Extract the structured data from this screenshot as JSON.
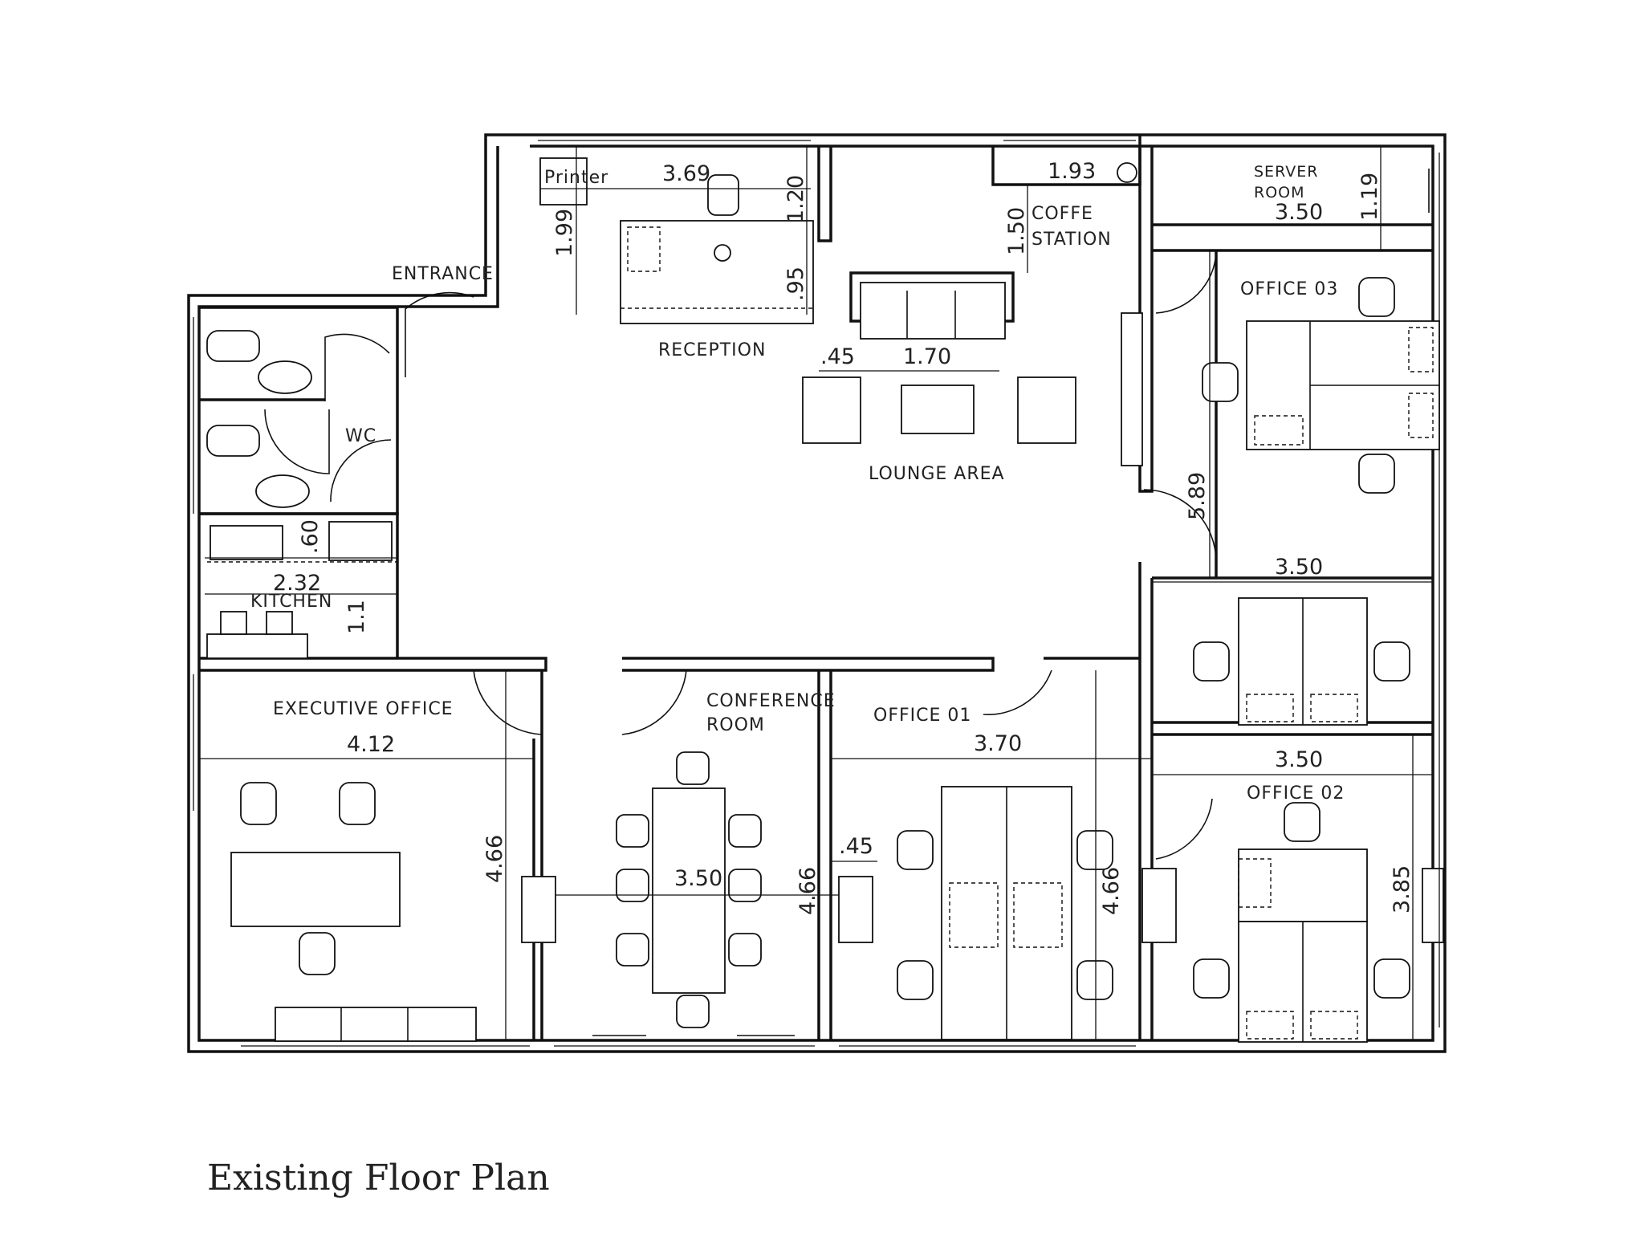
{
  "caption": "Existing Floor Plan",
  "rooms": {
    "entrance": "ENTRANCE",
    "reception": "RECEPTION",
    "printer": "Printer",
    "coffee_station_1": "COFFE",
    "coffee_station_2": "STATION",
    "server_room_1": "SERVER",
    "server_room_2": "ROOM",
    "office_03": "OFFICE 03",
    "lounge_area": "LOUNGE AREA",
    "wc": "WC",
    "kitchen": "KITCHEN",
    "executive_office": "EXECUTIVE OFFICE",
    "conference_room_1": "CONFERENCE",
    "conference_room_2": "ROOM",
    "office_01": "OFFICE 01",
    "office_02": "OFFICE 02"
  },
  "dimensions": {
    "reception_width": "3.69",
    "reception_depth": "1.99",
    "desk_depth": "1.20",
    "desk_small": ".95",
    "coffee_width": "1.93",
    "coffee_depth": "1.50",
    "server_width": "3.50",
    "server_depth": "1.19",
    "lounge_gap": ".45",
    "lounge_table": "1.70",
    "office03_depth": "5.89",
    "office03_width": "3.50",
    "kitchen_counter": ".60",
    "kitchen_width": "2.32",
    "kitchen_small": "1.1",
    "exec_width": "4.12",
    "exec_depth": "4.66",
    "conf_width": "3.50",
    "conf_depth": "4.66",
    "office01_width": "3.70",
    "office01_gap": ".45",
    "office01_depth": "4.66",
    "office02_width": "3.50",
    "office02_depth": "3.85"
  }
}
